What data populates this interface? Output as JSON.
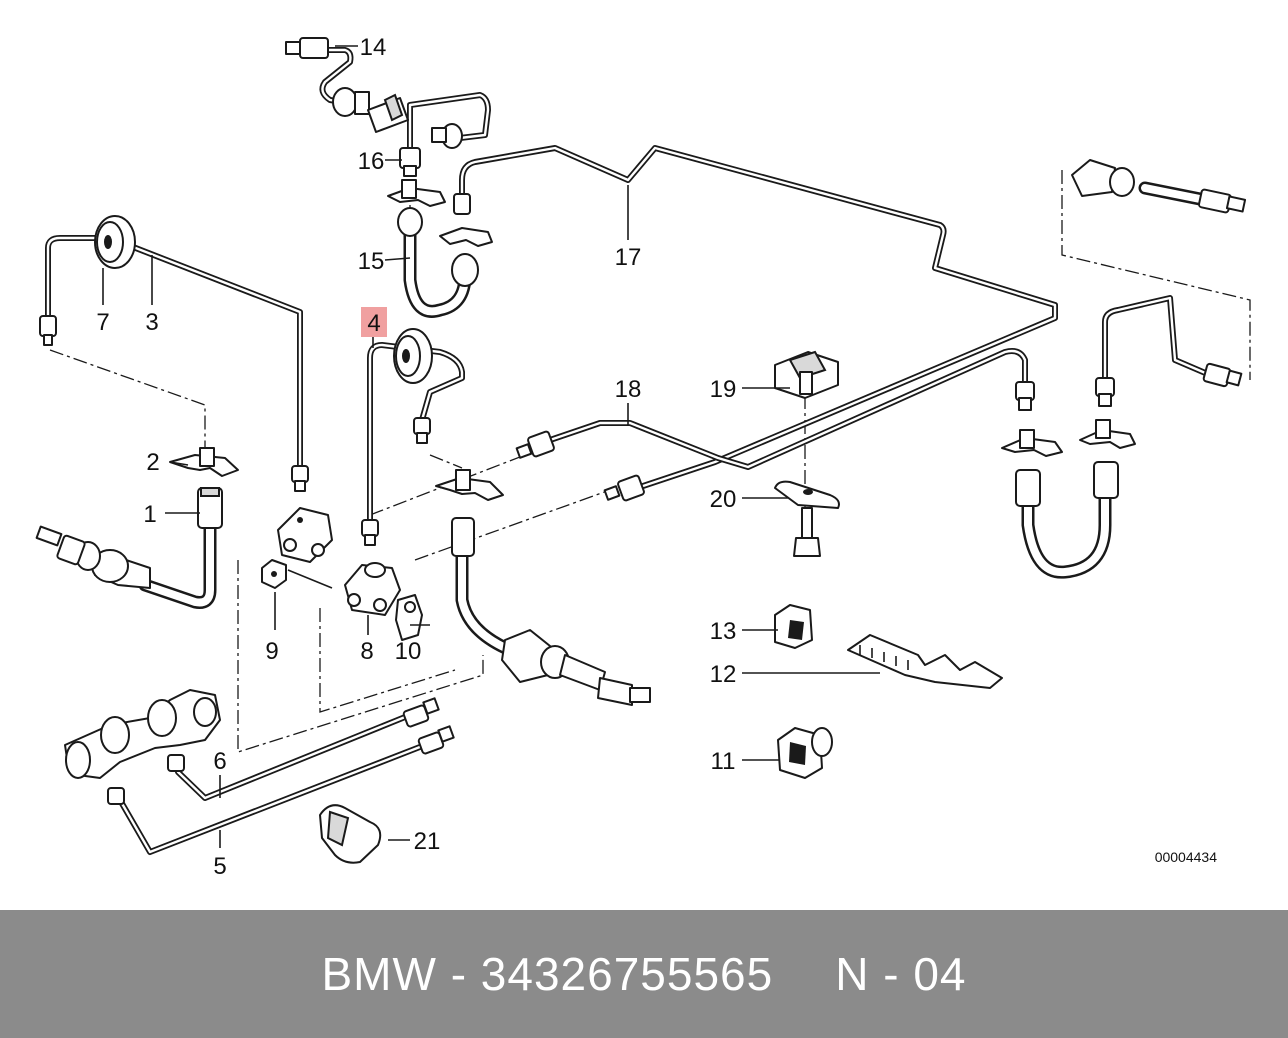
{
  "diagram": {
    "labels": {
      "p1": "1",
      "p2": "2",
      "p3": "3",
      "p4": "4",
      "p5": "5",
      "p6": "6",
      "p7": "7",
      "p8": "8",
      "p9": "9",
      "p10": "10",
      "p11": "11",
      "p12": "12",
      "p13": "13",
      "p14": "14",
      "p15": "15",
      "p16": "16",
      "p17": "17",
      "p18": "18",
      "p19": "19",
      "p20": "20",
      "p21": "21"
    },
    "highlighted_part": "4",
    "highlight_color": "#f0a0a0",
    "drawing_number": "00004434"
  },
  "footer": {
    "part_reference": "BMW - 34326755565",
    "diagram_code": "N - 04",
    "background_color": "#8b8b8b"
  }
}
